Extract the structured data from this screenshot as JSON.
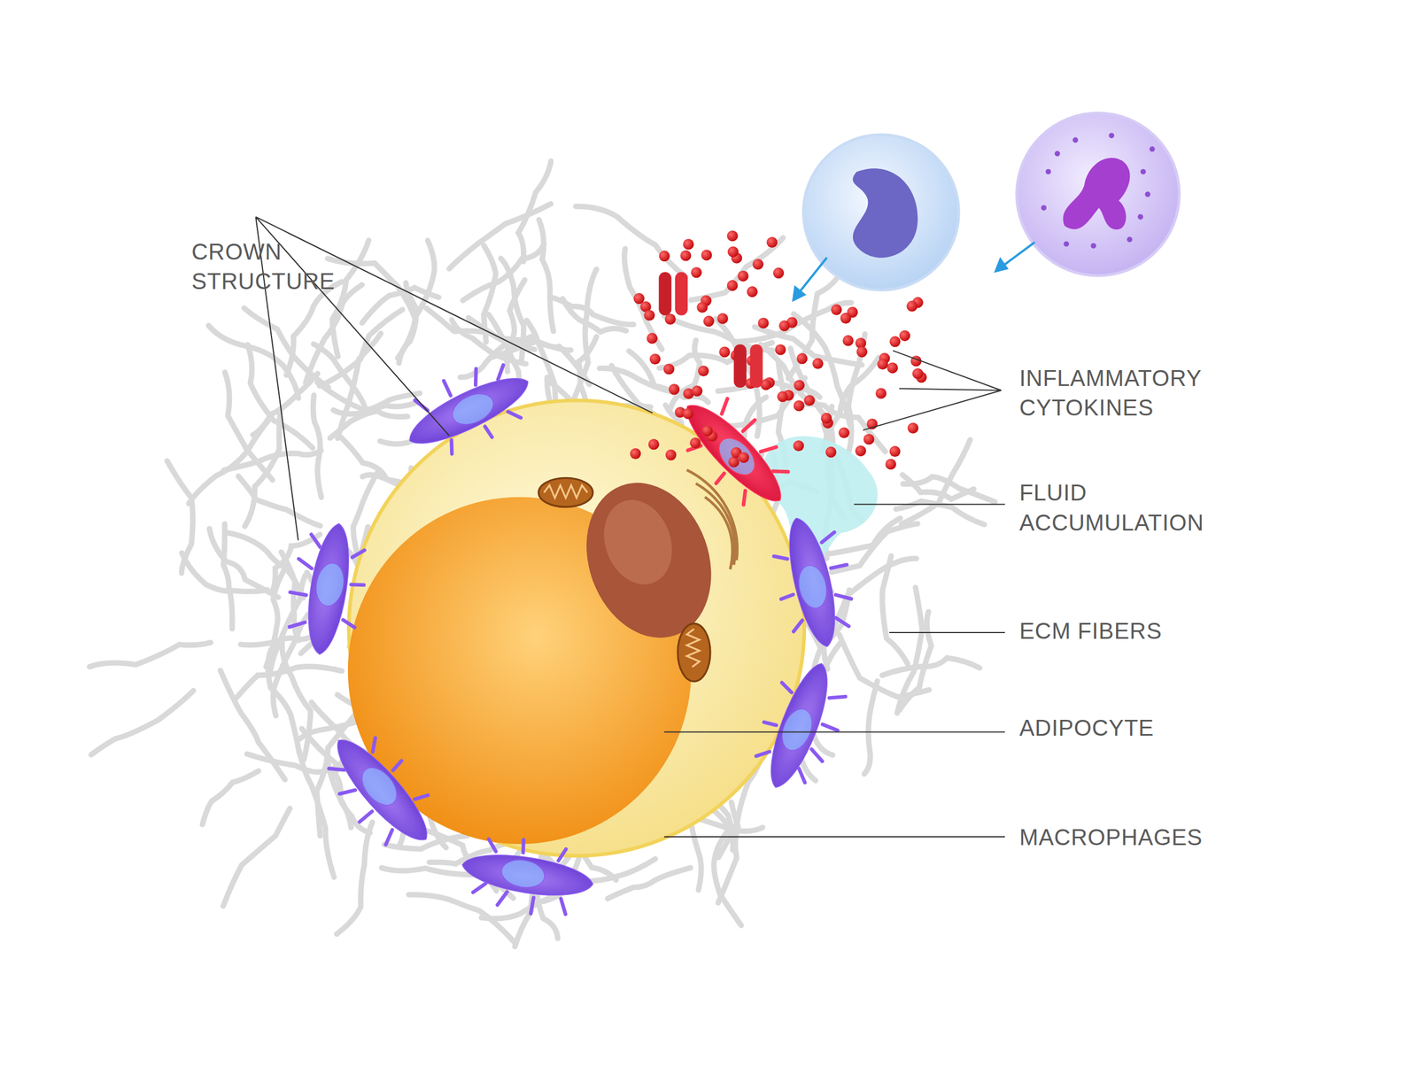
{
  "diagram": {
    "labels": [
      "CROWN STRUCTURE",
      "INFLAMMATORY CYTOKINES",
      "FLUID ACCUMULATION",
      "ECM FIBERS",
      "ADIPOCYTE",
      "MACROPHAGES"
    ]
  }
}
